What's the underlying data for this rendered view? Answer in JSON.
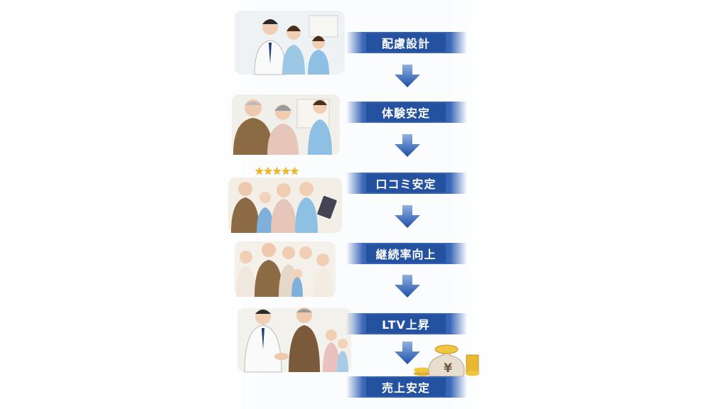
{
  "steps": [
    {
      "label": "配慮設計"
    },
    {
      "label": "体験安定"
    },
    {
      "label": "口コミ安定"
    },
    {
      "label": "継続率向上"
    },
    {
      "label": "LTV上昇"
    },
    {
      "label": "売上安定"
    }
  ],
  "rating_stars": "★★★★★",
  "coin_bag_symbol": "¥",
  "colors": {
    "banner": "#2452a0",
    "arrow": "#2a5fb8",
    "stars": "#f2b81c"
  }
}
